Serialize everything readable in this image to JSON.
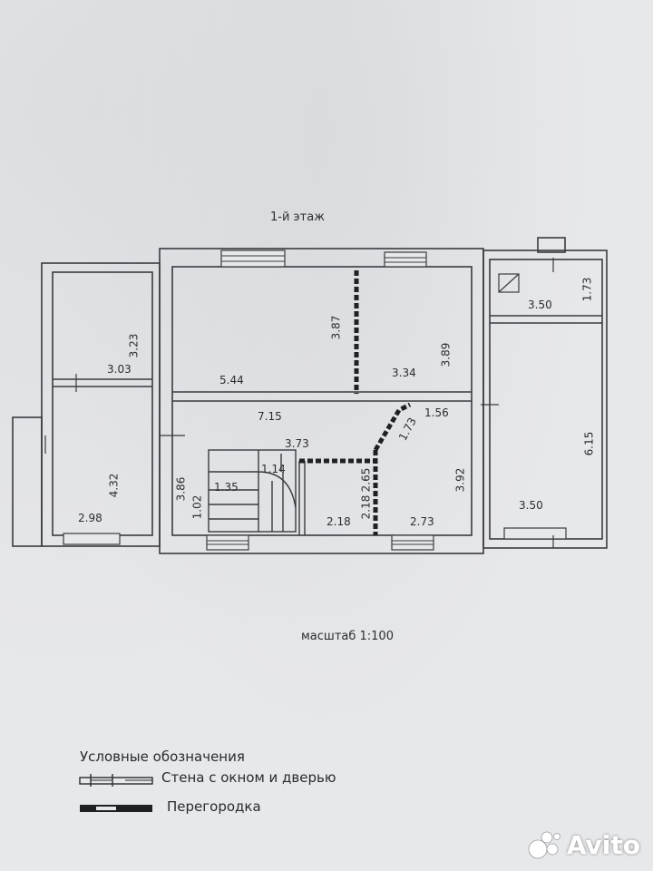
{
  "title": "1-й этаж",
  "scale": "масштаб 1:100",
  "dimensions": {
    "d_323": "3.23",
    "d_303": "3.03",
    "d_544": "5.44",
    "d_387": "3.87",
    "d_334": "3.34",
    "d_389": "3.89",
    "d_350_top": "3.50",
    "d_173_top": "1.73",
    "d_715": "7.15",
    "d_156": "1.56",
    "d_173_diag": "1.73",
    "d_373": "3.73",
    "d_432": "4.32",
    "d_298": "2.98",
    "d_386": "3.86",
    "d_102": "1.02",
    "d_135": "1.35",
    "d_114": "1.14",
    "d_265": "2.65",
    "d_218_v": "2.18",
    "d_218_h": "2.18",
    "d_392": "3.92",
    "d_273": "2.73",
    "d_615": "6.15",
    "d_350_bottom": "3.50"
  },
  "legend": {
    "title": "Условные обозначения",
    "wall_label": "Стена с окном и дверью",
    "partition_label": "Перегородка"
  },
  "watermark": "Avito"
}
